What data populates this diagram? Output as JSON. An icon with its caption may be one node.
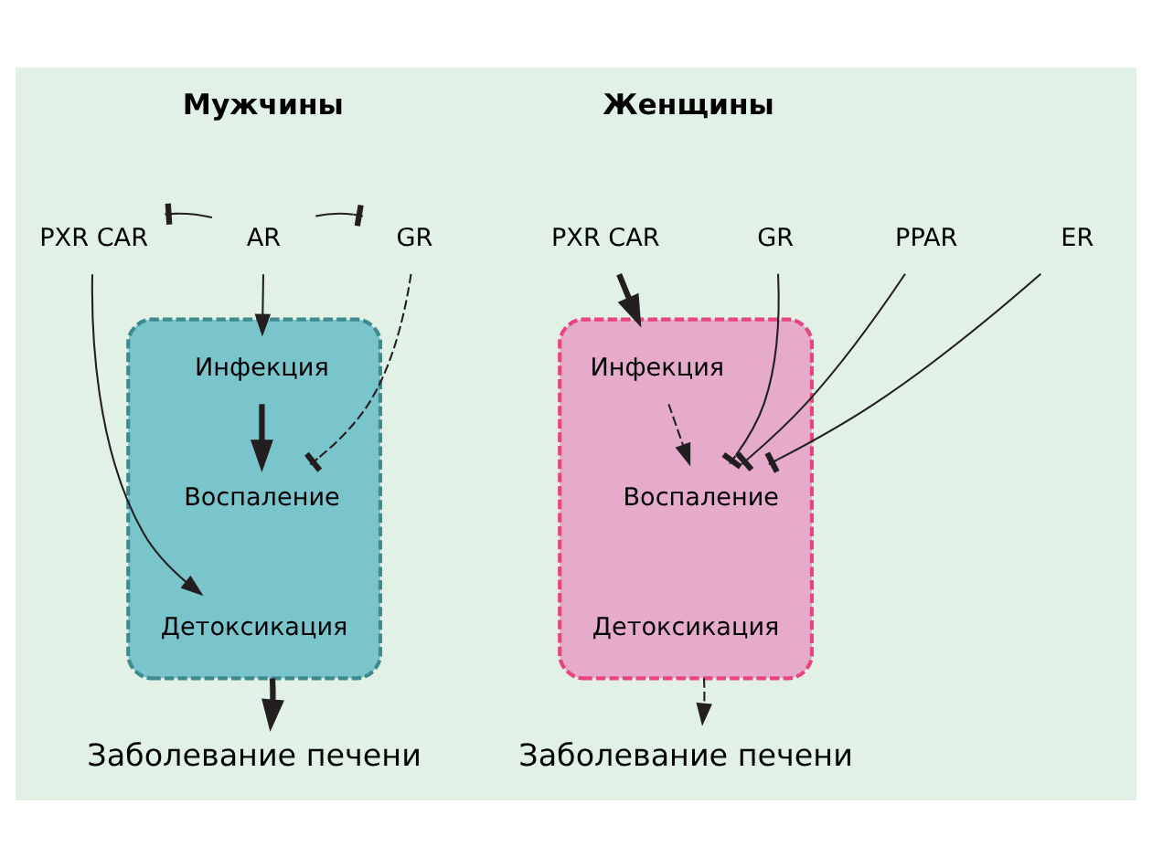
{
  "diagram": {
    "nodes": [
      {
        "text": [
          "AR"
        ]
      },
      {
        "text": [
          "PXR CAR"
        ]
      },
      {
        "text": [
          "GR"
        ]
      },
      {
        "text": [],
        "shape": "hexagon"
      },
      {
        "text": [
          "Инфекция"
        ],
        "in": 3
      },
      {
        "text": [
          "Воспаление"
        ],
        "in": 3
      },
      {
        "text": [
          "Детоксикация"
        ],
        "in": 3
      },
      {
        "text": [
          "Заболевание печени"
        ]
      },
      {
        "text": [
          "PXR CAR"
        ]
      },
      {
        "text": [
          "GR"
        ]
      },
      {
        "text": [
          "PPAR"
        ]
      },
      {
        "text": [
          "ER"
        ]
      },
      {
        "text": [],
        "shape": "hexagon"
      },
      {
        "text": [
          "Инфекция"
        ],
        "in": 12
      },
      {
        "text": [
          "Воспаление"
        ],
        "in": 12
      },
      {
        "text": [
          "Детоксикация"
        ],
        "in": 12
      },
      {
        "text": [
          "Заболевание печени"
        ]
      }
    ],
    "edges": [
      {
        "from": 0,
        "to": 1,
        "arrow": "other"
      },
      {
        "from": 0,
        "to": 2,
        "arrow": "other"
      },
      {
        "from": 0,
        "to": 4,
        "arrow": "to"
      },
      {
        "from": 1,
        "to": 6,
        "arrow": "to"
      },
      {
        "from": 4,
        "to": 5,
        "arrow": "to",
        "style": "thick"
      },
      {
        "from": 2,
        "to": 5,
        "arrow": "other",
        "style": "dashed"
      },
      {
        "from": 3,
        "to": 7,
        "arrow": "to",
        "style": "thick"
      },
      {
        "from": 8,
        "to": 12,
        "arrow": "to",
        "style": "thick"
      },
      {
        "from": 13,
        "to": 14,
        "arrow": "to",
        "style": "dashed"
      },
      {
        "from": 9,
        "to": 14,
        "arrow": "other"
      },
      {
        "from": 10,
        "to": 14,
        "arrow": "other"
      },
      {
        "from": 11,
        "to": 14,
        "arrow": "other"
      },
      {
        "from": 12,
        "to": 16,
        "arrow": "to",
        "style": "dashed"
      }
    ],
    "labels": [
      "Мужчины",
      "Женщины"
    ]
  }
}
